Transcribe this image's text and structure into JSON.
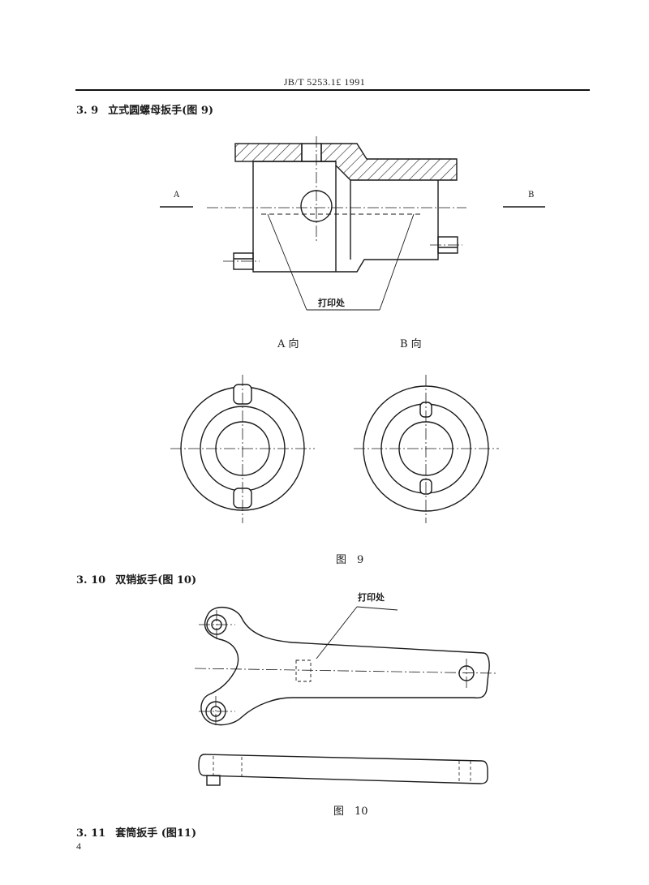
{
  "header": {
    "standard_number": "JB/T 5253.1£ 1991"
  },
  "section_3_9": {
    "number": "3. 9",
    "title": "立式圆螺母扳手(图 9)"
  },
  "figure_9": {
    "label_a": "A",
    "label_b": "B",
    "print_mark": "打印处",
    "view_a": "A 向",
    "view_b": "B 向",
    "caption": "图　9"
  },
  "section_3_10": {
    "number": "3. 10",
    "title": "双销扳手(图 10)"
  },
  "figure_10": {
    "print_mark": "打印处",
    "caption": "图　10"
  },
  "section_3_11": {
    "number": "3. 11",
    "title": "套筒扳手 (图11)"
  },
  "footer": {
    "page_number": "4"
  }
}
